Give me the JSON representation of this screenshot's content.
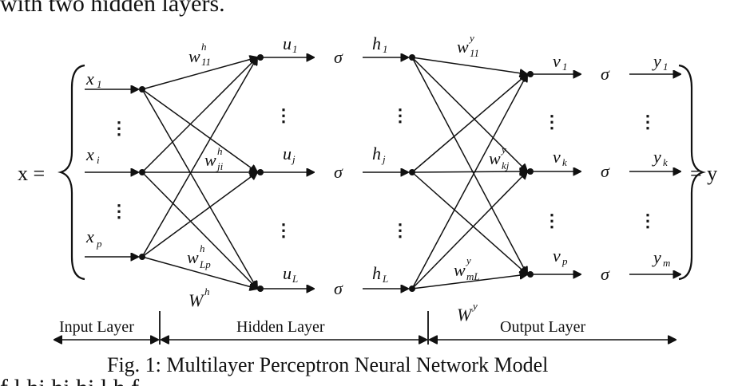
{
  "top_text": "with two hidden layers.",
  "bottom_text": "f                          l                  hi   hi                         hi                             l   h  f",
  "caption": "Fig. 1:  Multilayer Perceptron Neural Network Model",
  "layers": {
    "input": "Input Layer",
    "hidden": "Hidden Layer",
    "output": "Output Layer"
  },
  "vector_labels": {
    "x_eq": "x =",
    "y_eq": "= y"
  },
  "activation_symbol": "σ",
  "inputs": [
    {
      "base": "x",
      "sub": "1"
    },
    {
      "base": "x",
      "sub": "i"
    },
    {
      "base": "x",
      "sub": "p"
    }
  ],
  "hidden_in": [
    {
      "base": "u",
      "sub": "1"
    },
    {
      "base": "u",
      "sub": "j"
    },
    {
      "base": "u",
      "sub": "L"
    }
  ],
  "hidden_out": [
    {
      "base": "h",
      "sub": "1"
    },
    {
      "base": "h",
      "sub": "j"
    },
    {
      "base": "h",
      "sub": "L"
    }
  ],
  "output_in": [
    {
      "base": "v",
      "sub": "1"
    },
    {
      "base": "v",
      "sub": "k"
    },
    {
      "base": "v",
      "sub": "p"
    }
  ],
  "outputs": [
    {
      "base": "y",
      "sub": "1"
    },
    {
      "base": "y",
      "sub": "k"
    },
    {
      "base": "y",
      "sub": "m"
    }
  ],
  "weights_hidden": [
    {
      "base": "w",
      "sup": "h",
      "sub": "11"
    },
    {
      "base": "w",
      "sup": "h",
      "sub": "ji"
    },
    {
      "base": "w",
      "sup": "h",
      "sub": "Lp"
    }
  ],
  "weights_output": [
    {
      "base": "w",
      "sup": "y",
      "sub": "11"
    },
    {
      "base": "w",
      "sup": "y",
      "sub": "kj"
    },
    {
      "base": "w",
      "sup": "y",
      "sub": "mL"
    }
  ],
  "matrix_labels": {
    "hidden": {
      "base": "W",
      "sup": "h"
    },
    "output": {
      "base": "W",
      "sup": "y"
    }
  }
}
